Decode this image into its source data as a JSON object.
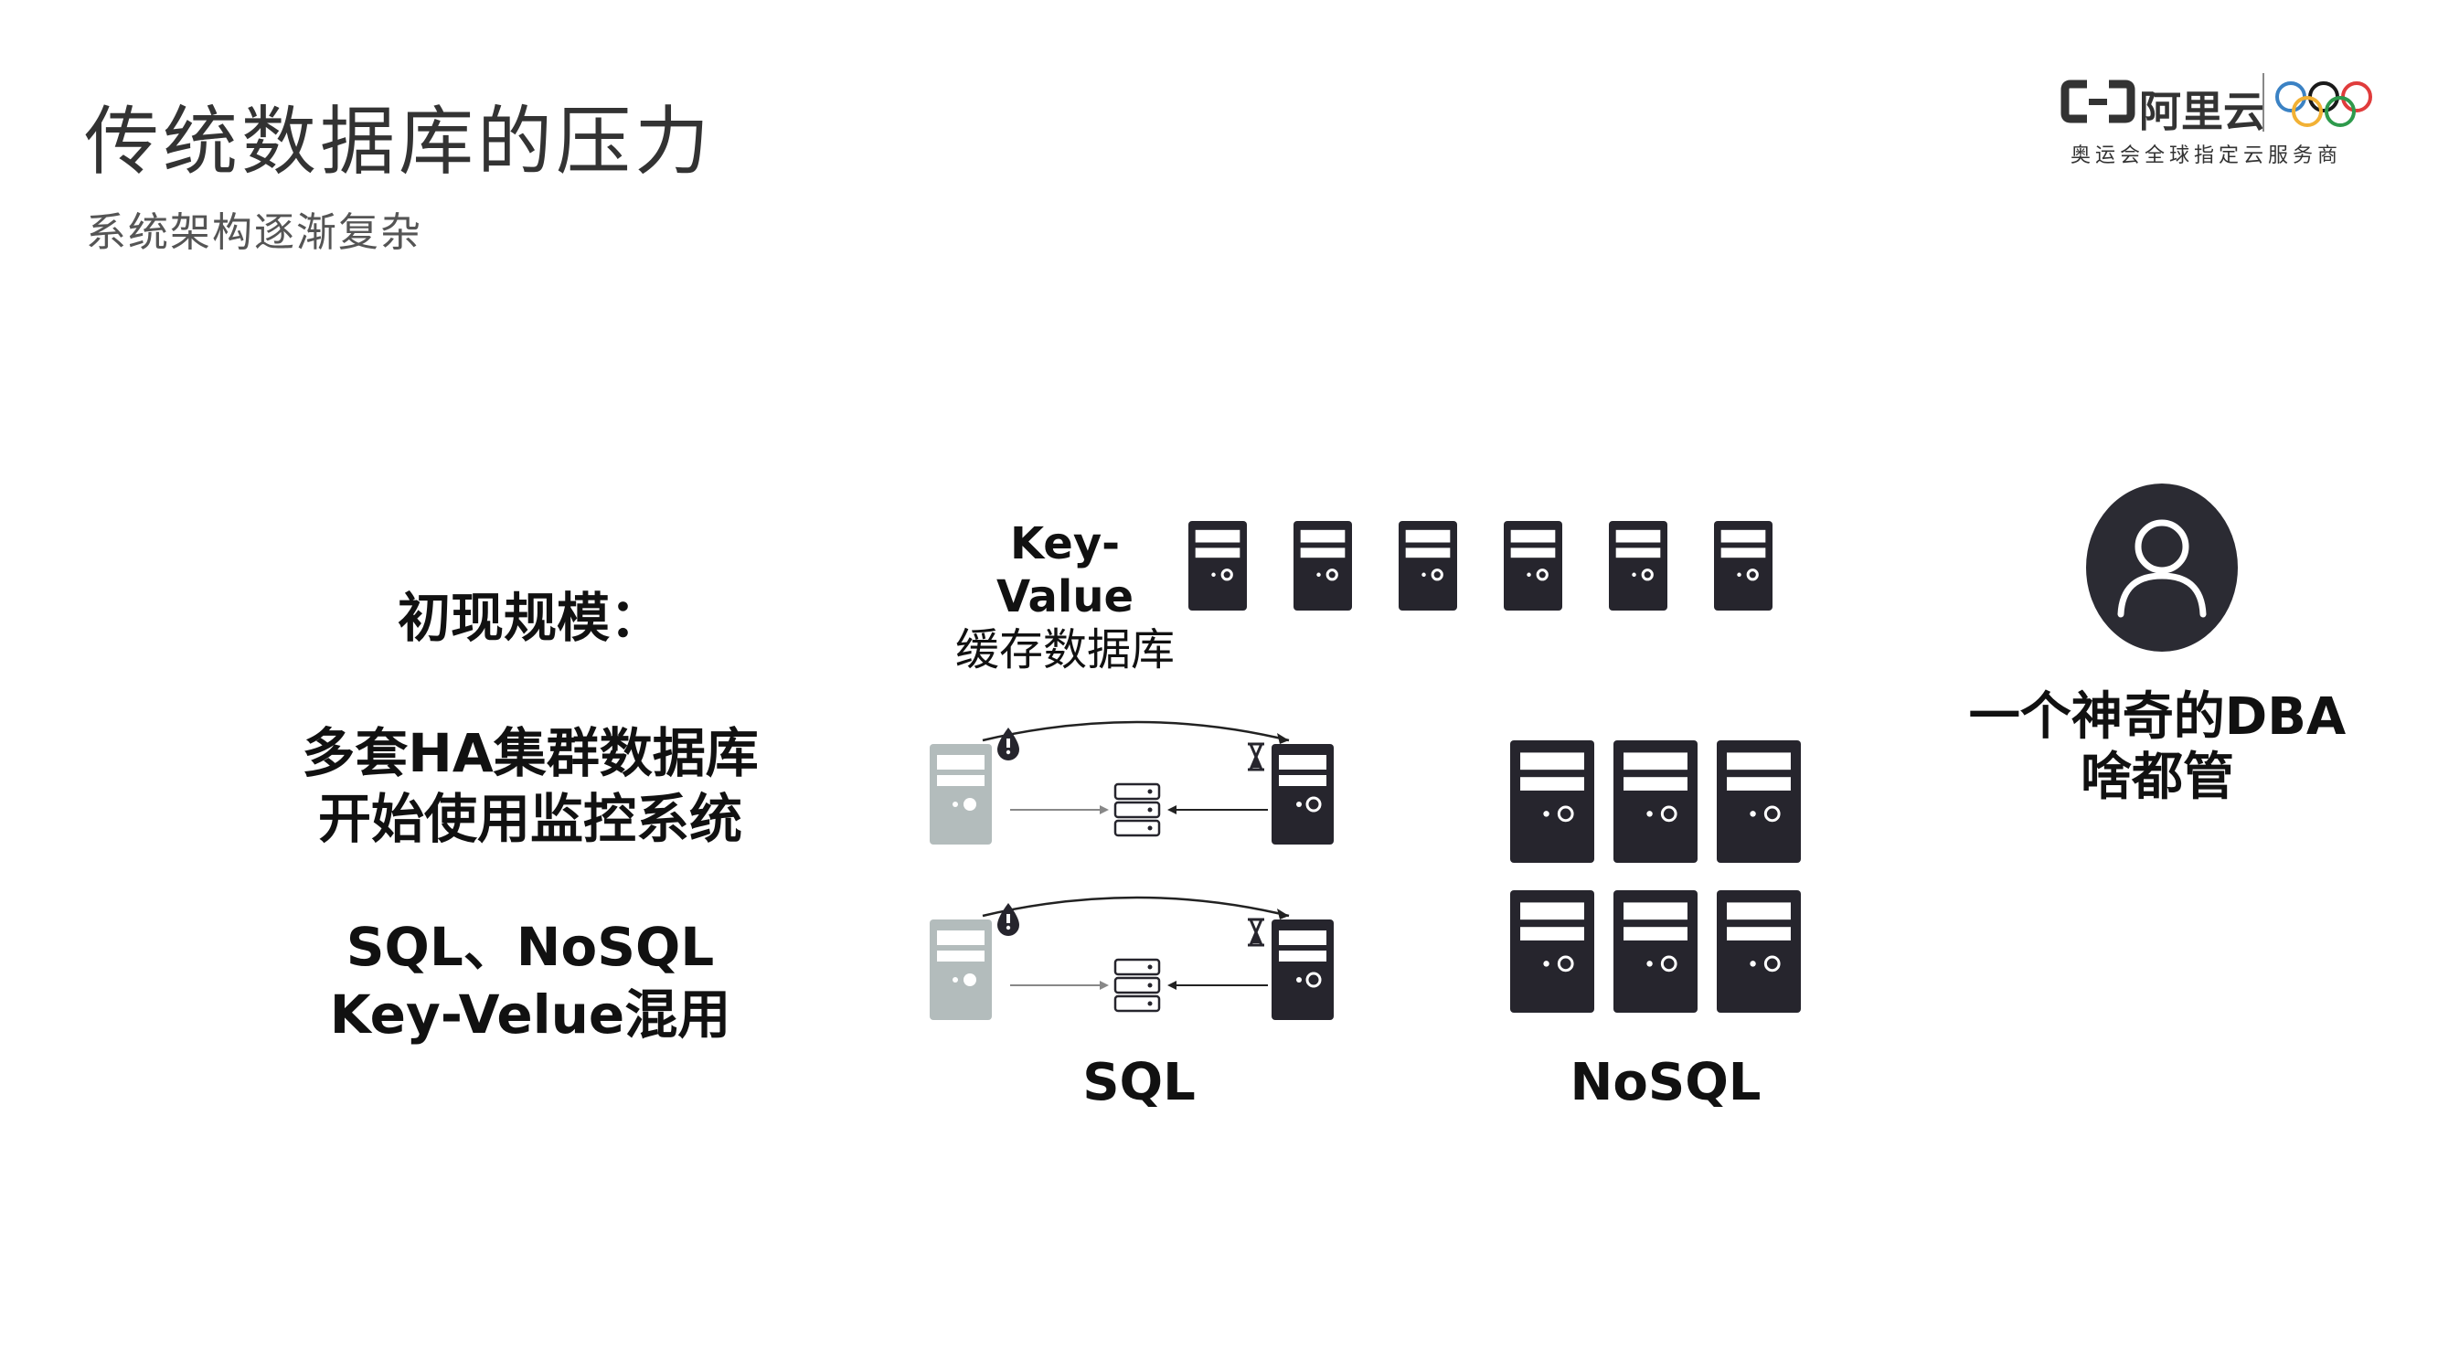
{
  "header": {
    "title": "传统数据库的压力",
    "subtitle": "系统架构逐渐复杂"
  },
  "logo": {
    "brand": "阿里云",
    "tagline": "奥运会全球指定云服务商",
    "icon": "alibaba-cloud-logo-icon",
    "rings_icon": "olympic-rings-icon",
    "ring_colors": [
      "#3b82c4",
      "#f2b135",
      "#1a1a1a",
      "#2e9a4c",
      "#e03c3c"
    ]
  },
  "left_text": {
    "heading": "初现规模：",
    "line1": "多套HA集群数据库",
    "line2": "开始使用监控系统",
    "line3": "SQL、NoSQL",
    "line4": "Key-Velue混用"
  },
  "diagram": {
    "kv_label_en": "Key-Value",
    "kv_label_cn": "缓存数据库",
    "sql_caption": "SQL",
    "nosql_caption": "NoSQL",
    "server_color": "#26252d",
    "standby_color": "#b3bcbc",
    "warning_icon": "warning-drop-icon",
    "hourglass_icon": "hourglass-icon"
  },
  "dba": {
    "line1": "一个神奇的DBA",
    "line2": "啥都管",
    "icon": "user-avatar-icon"
  }
}
